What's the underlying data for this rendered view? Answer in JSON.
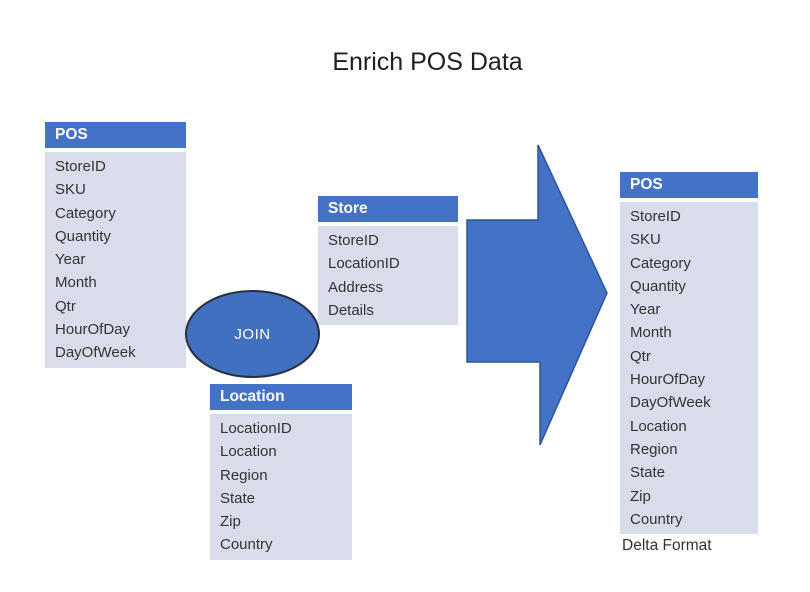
{
  "title": "Enrich POS Data",
  "colors": {
    "canvas": "#FFFFFF",
    "header_blue": "#4472C4",
    "header_text": "#FFFFFF",
    "body_fill": "#D9DCEB",
    "field_text": "#333333",
    "title_text": "#1F1F1F",
    "arrow_fill": "#4472C4",
    "arrow_border": "#2F5597",
    "ellipse_fill": "#4170C0",
    "ellipse_border": "#26313E"
  },
  "diagram": {
    "join_label": "JOIN",
    "output_caption": "Delta Format",
    "tables": {
      "pos_source": {
        "title": "POS",
        "fields": [
          "StoreID",
          "SKU",
          "Category",
          "Quantity",
          "Year",
          "Month",
          "Qtr",
          "HourOfDay",
          "DayOfWeek"
        ]
      },
      "store": {
        "title": "Store",
        "fields": [
          "StoreID",
          "LocationID",
          "Address",
          "Details"
        ]
      },
      "location": {
        "title": "Location",
        "fields": [
          "LocationID",
          "Location",
          "Region",
          "State",
          "Zip",
          "Country"
        ]
      },
      "pos_enriched": {
        "title": "POS",
        "fields": [
          "StoreID",
          "SKU",
          "Category",
          "Quantity",
          "Year",
          "Month",
          "Qtr",
          "HourOfDay",
          "DayOfWeek",
          "Location",
          "Region",
          "State",
          "Zip",
          "Country"
        ]
      }
    }
  }
}
